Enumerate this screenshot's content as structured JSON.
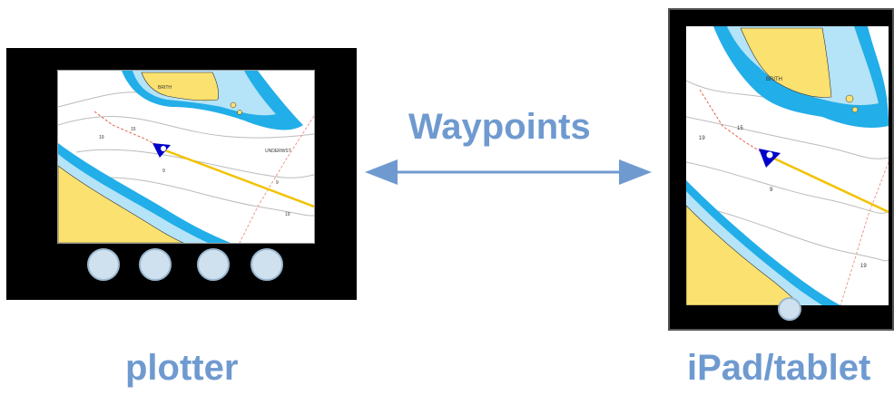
{
  "diagram": {
    "arrow_label": "Waypoints",
    "left_device_label": "plotter",
    "right_device_label": "iPad/tablet",
    "plotter_chart": {
      "island_name": "BRITH",
      "place_name": "UNDERWST",
      "depths": [
        "19",
        "15",
        "9",
        "9",
        "19"
      ]
    },
    "tablet_chart": {
      "island_name": "BRITH",
      "depths": [
        "19",
        "15",
        "9",
        "19"
      ]
    }
  },
  "colors": {
    "label_blue": "#6f9ad0",
    "arrow_blue": "#6f9ad0",
    "deep_water": "#22aee8",
    "shallow_water": "#b5e3f7",
    "land": "#fbe16f",
    "device_body": "#000000",
    "button_fill": "#cfe1ef"
  }
}
